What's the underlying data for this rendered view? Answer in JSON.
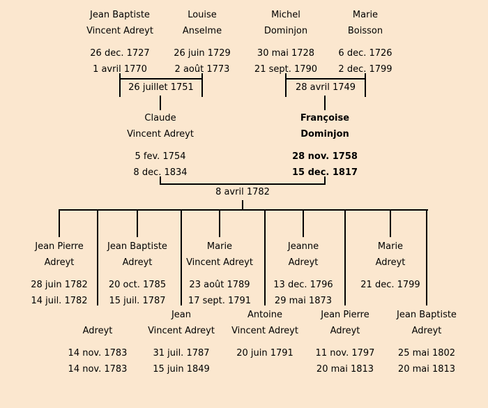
{
  "colors": {
    "background": "#fbe7cf",
    "line": "#000000",
    "text": "#000000"
  },
  "marriages": {
    "m1": "26 juillet 1751",
    "m2": "28 avril 1749",
    "m3": "8 avril 1782"
  },
  "gen1": [
    {
      "name1": "Jean Baptiste",
      "name2": "Vincent Adreyt",
      "date1": "26 dec. 1727",
      "date2": "1 avril 1770"
    },
    {
      "name1": "Louise",
      "name2": "Anselme",
      "date1": "26 juin 1729",
      "date2": "2 août 1773"
    },
    {
      "name1": "Michel",
      "name2": "Dominjon",
      "date1": "30 mai 1728",
      "date2": "21 sept. 1790"
    },
    {
      "name1": "Marie",
      "name2": "Boisson",
      "date1": "6 dec. 1726",
      "date2": "2 dec. 1799"
    }
  ],
  "gen2": [
    {
      "name1": "Claude",
      "name2": "Vincent Adreyt",
      "date1": "5 fev. 1754",
      "date2": "8 dec. 1834"
    },
    {
      "name1": "Françoise",
      "name2": "Dominjon",
      "date1": "28 nov. 1758",
      "date2": "15 dec. 1817"
    }
  ],
  "gen3_row1": [
    {
      "name1": "Jean Pierre",
      "name2": "Adreyt",
      "date1": "28 juin 1782",
      "date2": "14 juil. 1782"
    },
    {
      "name1": "Jean Baptiste",
      "name2": "Adreyt",
      "date1": "20 oct. 1785",
      "date2": "15 juil. 1787"
    },
    {
      "name1": "Marie",
      "name2": "Vincent Adreyt",
      "date1": "23 août 1789",
      "date2": "17 sept. 1791"
    },
    {
      "name1": "Jeanne",
      "name2": "Adreyt",
      "date1": "13 dec. 1796",
      "date2": "29 mai 1873"
    },
    {
      "name1": "Marie",
      "name2": "Adreyt",
      "date1": "21 dec. 1799",
      "date2": ""
    }
  ],
  "gen3_row2": [
    {
      "name1": "",
      "name2": "Adreyt",
      "date1": "14 nov. 1783",
      "date2": "14 nov. 1783"
    },
    {
      "name1": "Jean",
      "name2": "Vincent Adreyt",
      "date1": "31 juil. 1787",
      "date2": "15 juin 1849"
    },
    {
      "name1": "Antoine",
      "name2": "Vincent Adreyt",
      "date1": "20 juin 1791",
      "date2": ""
    },
    {
      "name1": "Jean Pierre",
      "name2": "Adreyt",
      "date1": "11 nov. 1797",
      "date2": "20 mai 1813"
    },
    {
      "name1": "Jean Baptiste",
      "name2": "Adreyt",
      "date1": "25 mai 1802",
      "date2": "20 mai 1813"
    }
  ]
}
